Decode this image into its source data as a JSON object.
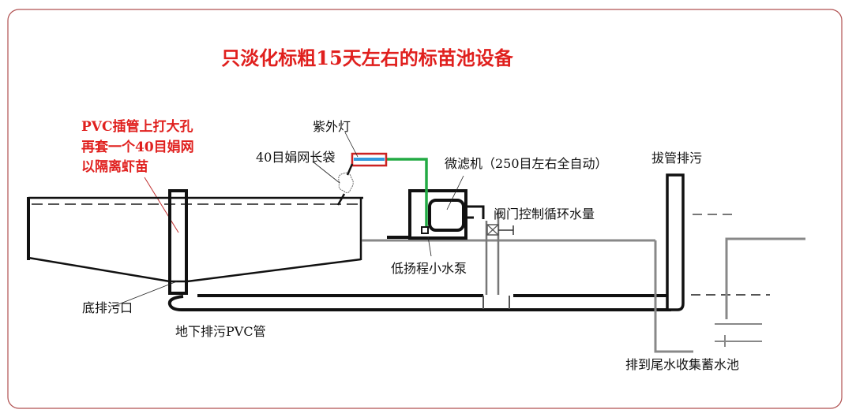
{
  "title": "只淡化标粗15天左右的标苗池设备",
  "annotation_red": [
    "PVC插管上打大孔",
    "再套一个40目娟网",
    "以隔离虾苗"
  ],
  "labels": {
    "uv_lamp": "紫外灯",
    "mesh_bag": "40目娟网长袋",
    "micro_filter": "微滤机（250目左右全自动）",
    "pull_pipe_drain": "拔管排污",
    "valve": "阀门控制循环水量",
    "pump": "低扬程小水泵",
    "bottom_drain": "底排污口",
    "underground_pipe": "地下排污PVC管",
    "to_tail_pond": "排到尾水收集蓄水池"
  },
  "colors": {
    "title": "#e0201e",
    "frame": "#b05050",
    "water_pipe": "#22aa44",
    "uv_frame": "#cc2222",
    "uv_tube": "#3399dd"
  }
}
